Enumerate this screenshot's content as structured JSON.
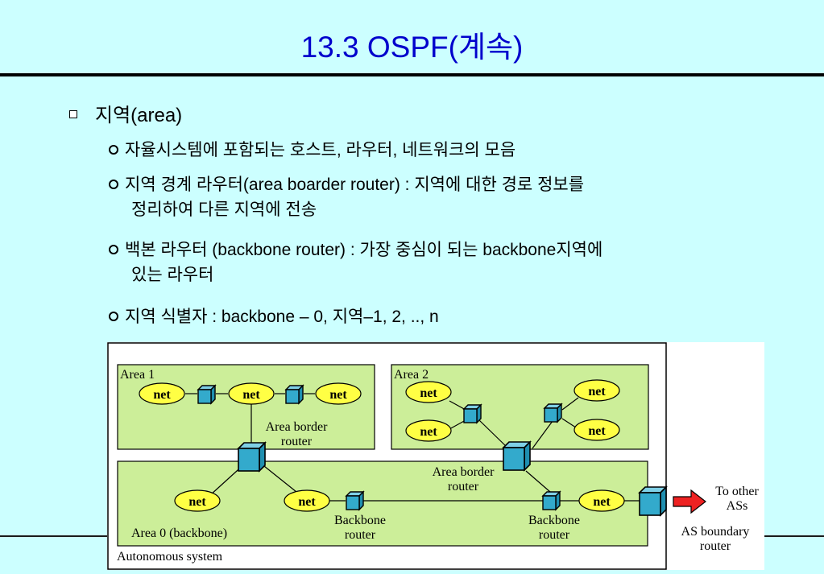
{
  "slide": {
    "title": "13.3 OSPF(계속)",
    "heading": "지역(area)",
    "bullets": [
      {
        "line1": "자율시스템에 포함되는 호스트, 라우터, 네트워크의 모음",
        "line2": ""
      },
      {
        "line1": "지역 경계 라우터(area boarder router) : 지역에 대한 경로 정보를",
        "line2": "정리하여 다른 지역에 전송"
      },
      {
        "line1": "백본 라우터 (backbone router) : 가장 중심이 되는 backbone지역에",
        "line2": "있는 라우터"
      },
      {
        "line1": "지역 식별자 : backbone – 0, 지역–1, 2, .., n",
        "line2": ""
      }
    ]
  },
  "diagram": {
    "area1_label": "Area 1",
    "area2_label": "Area 2",
    "area0_label": "Area 0 (backbone)",
    "as_label": "Autonomous system",
    "net_label": "net",
    "abr_left_label": [
      "Area border",
      "router"
    ],
    "abr_right_label": [
      "Area border",
      "router"
    ],
    "backbone_left_label": [
      "Backbone",
      "router"
    ],
    "backbone_right_label": [
      "Backbone",
      "router"
    ],
    "asbr_label": [
      "AS boundary",
      "router"
    ],
    "other_as_label": [
      "To other",
      "ASs"
    ],
    "colors": {
      "area_fill": "#ccee99",
      "net_fill": "#ffff44",
      "router_fill": "#33aacc",
      "arrow_fill": "#ee2222"
    }
  }
}
